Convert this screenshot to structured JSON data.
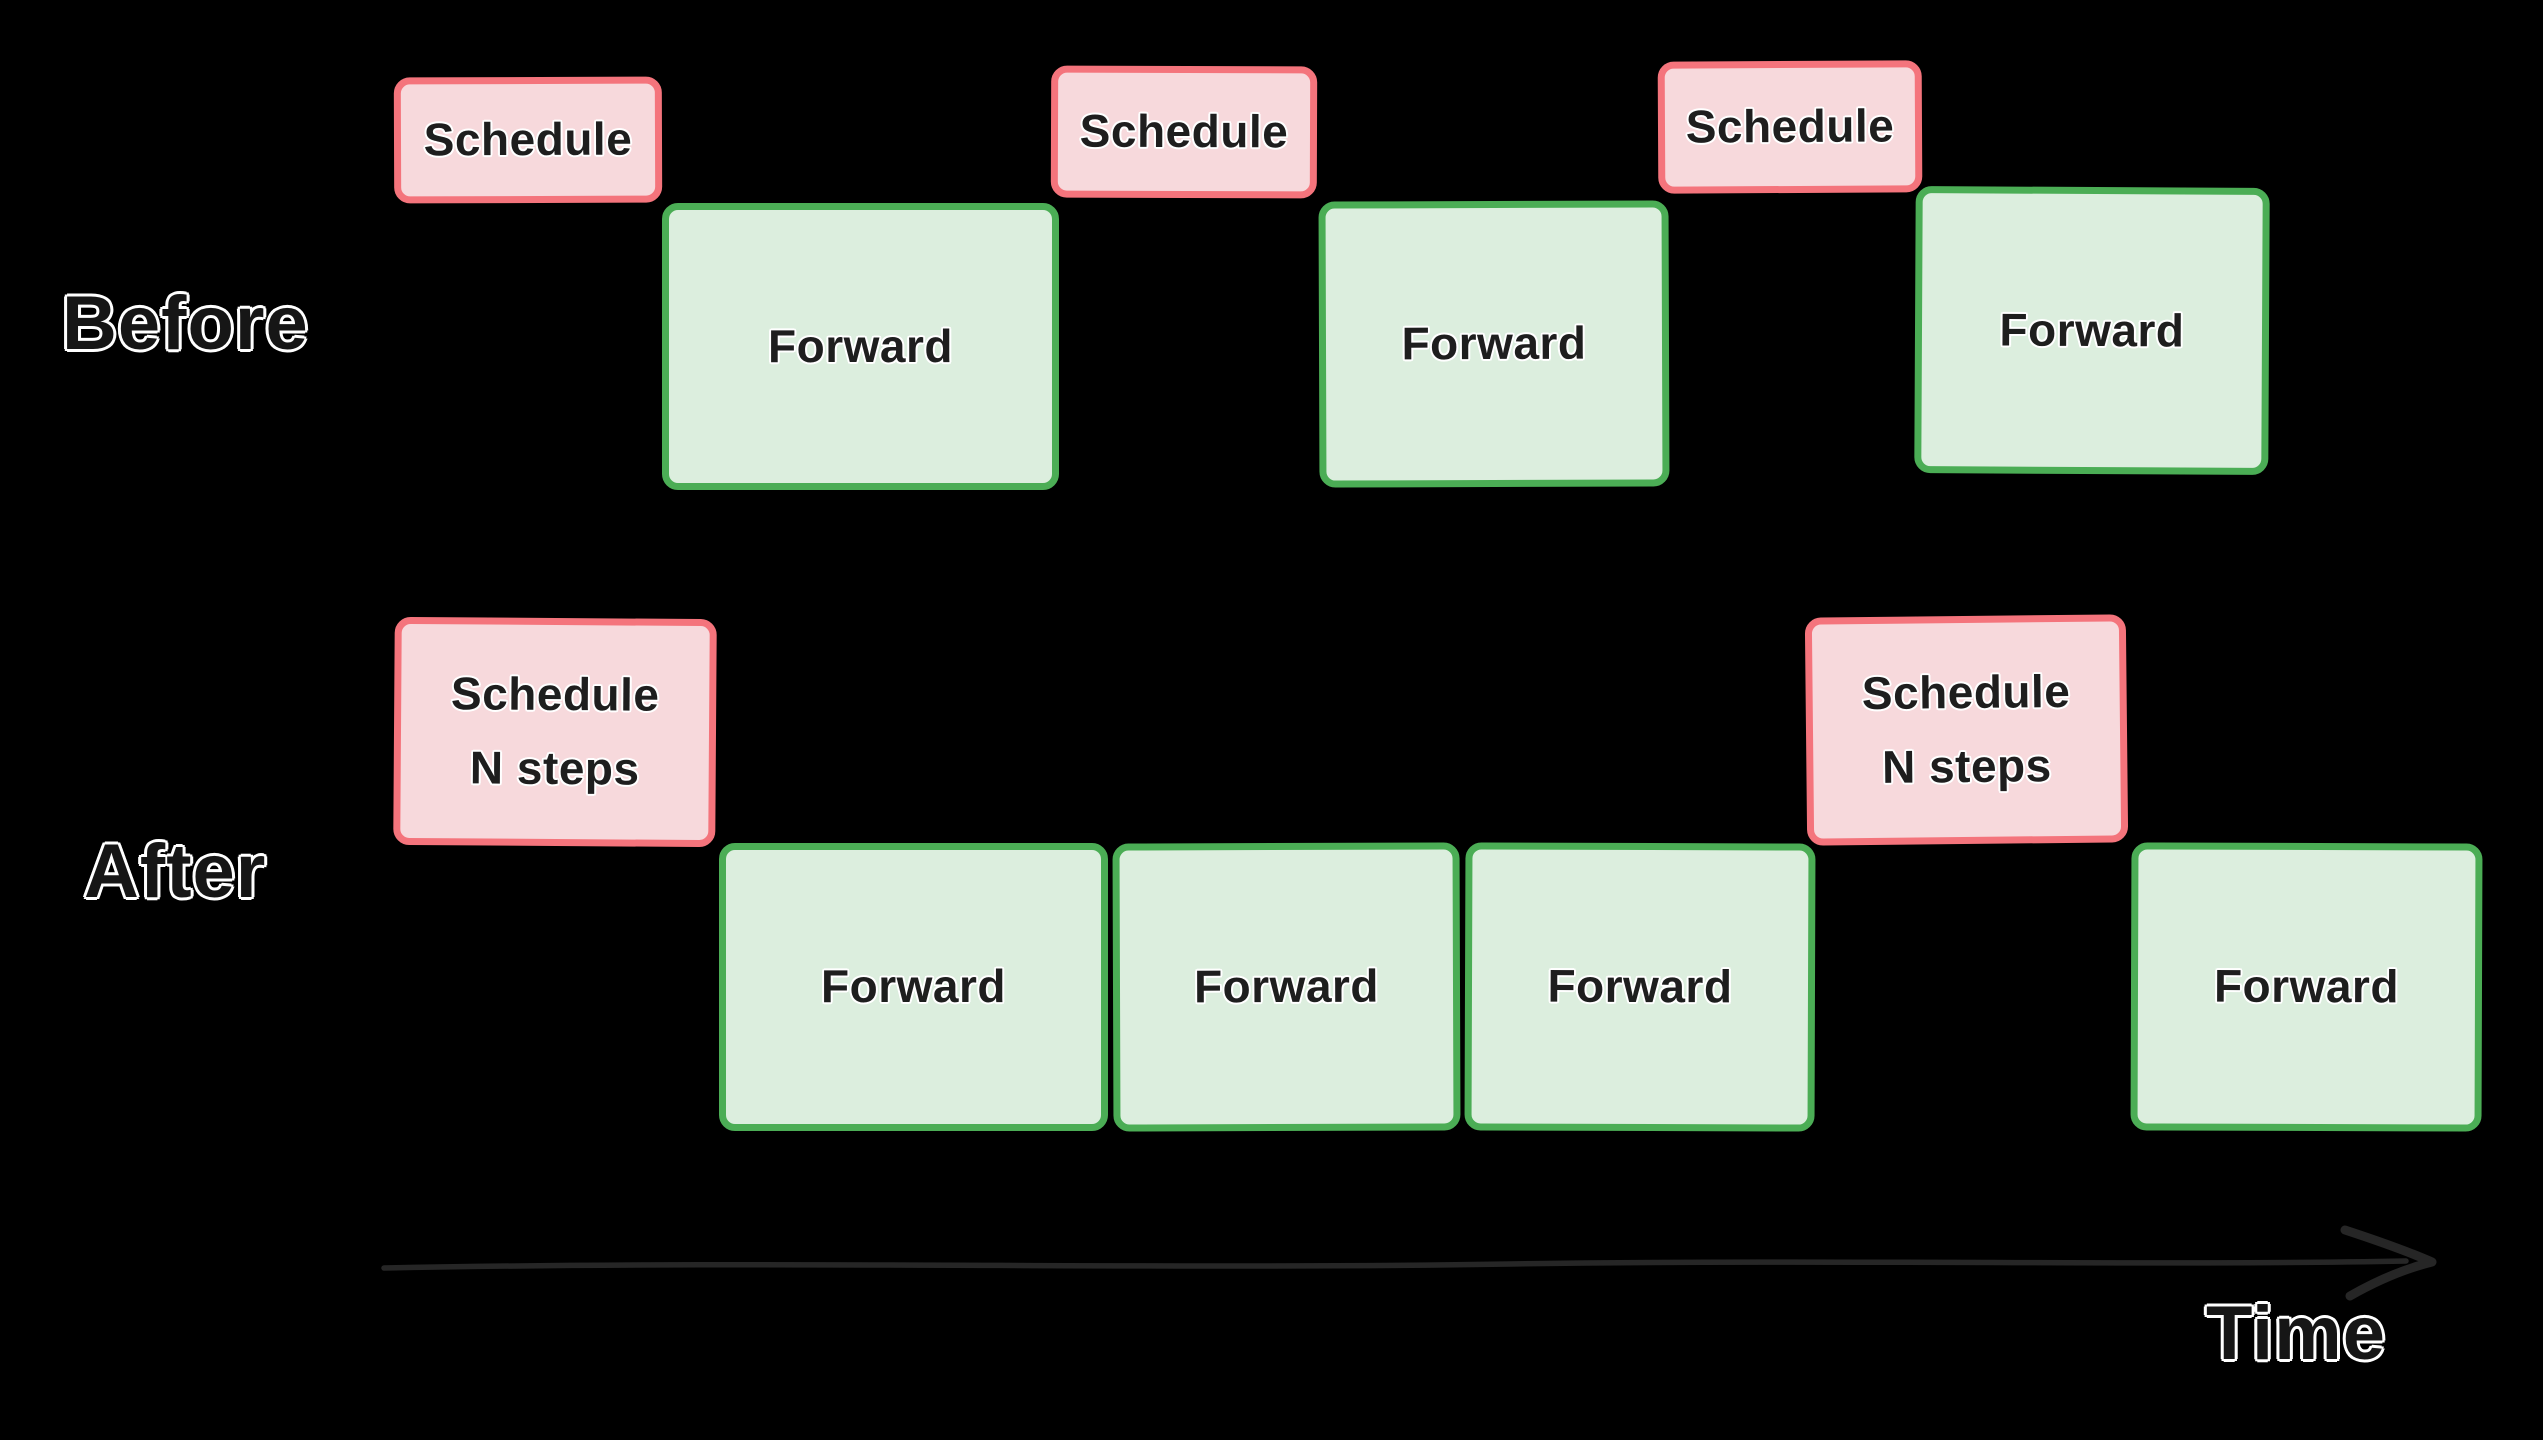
{
  "diagram": {
    "background_color": "#000000",
    "rows": [
      {
        "label": "Before",
        "boxes": [
          {
            "kind": "schedule",
            "lines": [
              "Schedule"
            ]
          },
          {
            "kind": "forward",
            "lines": [
              "Forward"
            ]
          },
          {
            "kind": "schedule",
            "lines": [
              "Schedule"
            ]
          },
          {
            "kind": "forward",
            "lines": [
              "Forward"
            ]
          },
          {
            "kind": "schedule",
            "lines": [
              "Schedule"
            ]
          },
          {
            "kind": "forward",
            "lines": [
              "Forward"
            ]
          }
        ]
      },
      {
        "label": "After",
        "boxes": [
          {
            "kind": "schedule",
            "lines": [
              "Schedule",
              "N steps"
            ]
          },
          {
            "kind": "forward",
            "lines": [
              "Forward"
            ]
          },
          {
            "kind": "forward",
            "lines": [
              "Forward"
            ]
          },
          {
            "kind": "forward",
            "lines": [
              "Forward"
            ]
          },
          {
            "kind": "schedule",
            "lines": [
              "Schedule",
              "N steps"
            ]
          },
          {
            "kind": "forward",
            "lines": [
              "Forward"
            ]
          }
        ]
      }
    ],
    "time_axis": {
      "label": "Time",
      "direction": "right"
    },
    "colors": {
      "schedule_fill": "#F7D9DC",
      "schedule_border": "#F4747C",
      "forward_fill": "#DCEEDE",
      "forward_border": "#4BAD55",
      "box_text": "#1E1E1E",
      "label_fill": "#161616",
      "label_outline": "#FFFFFF",
      "arrow": "#262626"
    }
  }
}
